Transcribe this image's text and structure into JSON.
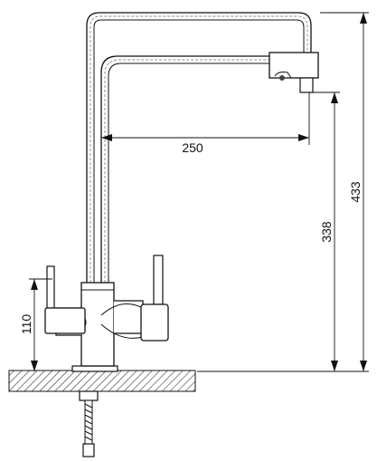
{
  "drawing": {
    "dimensions": {
      "spout_reach": "250",
      "total_height": "433",
      "outlet_height": "338",
      "handle_height": "110"
    }
  }
}
